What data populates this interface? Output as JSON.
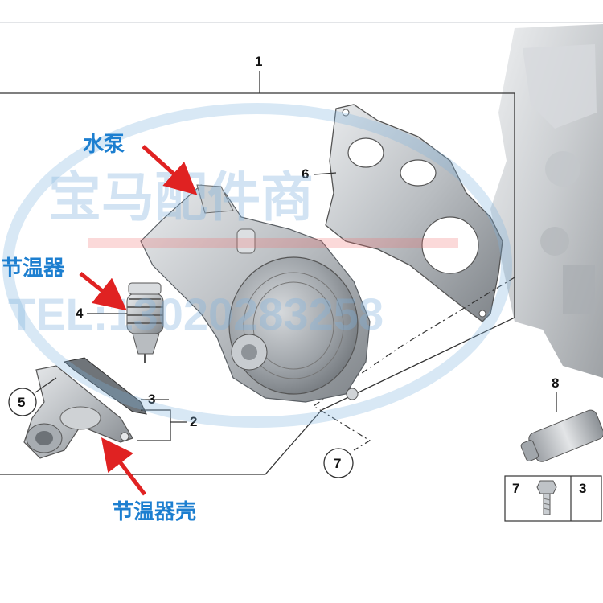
{
  "watermark": {
    "shop_name": "宝马配件商",
    "tel": "TEL:13020283258"
  },
  "annotations": {
    "water_pump": "水泵",
    "thermostat": "节温器",
    "thermostat_housing": "节温器壳"
  },
  "callouts": {
    "c1": "1",
    "c2": "2",
    "c3": "3",
    "c4": "4",
    "c5": "5",
    "c6": "6",
    "c7": "7",
    "c8": "8"
  },
  "legend_box": {
    "left_number": "7",
    "right_number": "3"
  },
  "colors": {
    "annotation_blue": "#1d7fd0",
    "arrow_red": "#e02222",
    "part_gray": "#9a9ea3"
  }
}
